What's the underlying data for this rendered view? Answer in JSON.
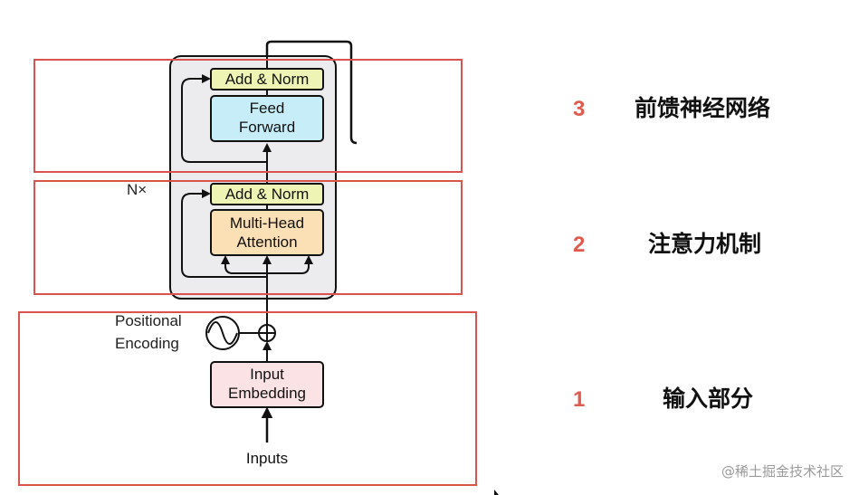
{
  "encoder": {
    "add_norm_top": "Add & Norm",
    "feed_forward_line1": "Feed",
    "feed_forward_line2": "Forward",
    "add_norm_mid": "Add & Norm",
    "mha_line1": "Multi-Head",
    "mha_line2": "Attention",
    "nx": "N×",
    "positional_line1": "Positional",
    "positional_line2": "Encoding",
    "input_embedding_line1": "Input",
    "input_embedding_line2": "Embedding",
    "inputs": "Inputs"
  },
  "sections": [
    {
      "number": "3",
      "title": "前馈神经网络"
    },
    {
      "number": "2",
      "title": "注意力机制"
    },
    {
      "number": "1",
      "title": "输入部分"
    }
  ],
  "watermark": "@稀土掘金技术社区",
  "colors": {
    "highlight_border": "#d9534f",
    "section_number": "#e05a4e",
    "add_norm_fill": "#eef5b4",
    "feed_forward_fill": "#c7eef8",
    "mha_fill": "#fce0b5",
    "embedding_fill": "#fbe2e4",
    "encoder_block_fill": "#ececef"
  }
}
